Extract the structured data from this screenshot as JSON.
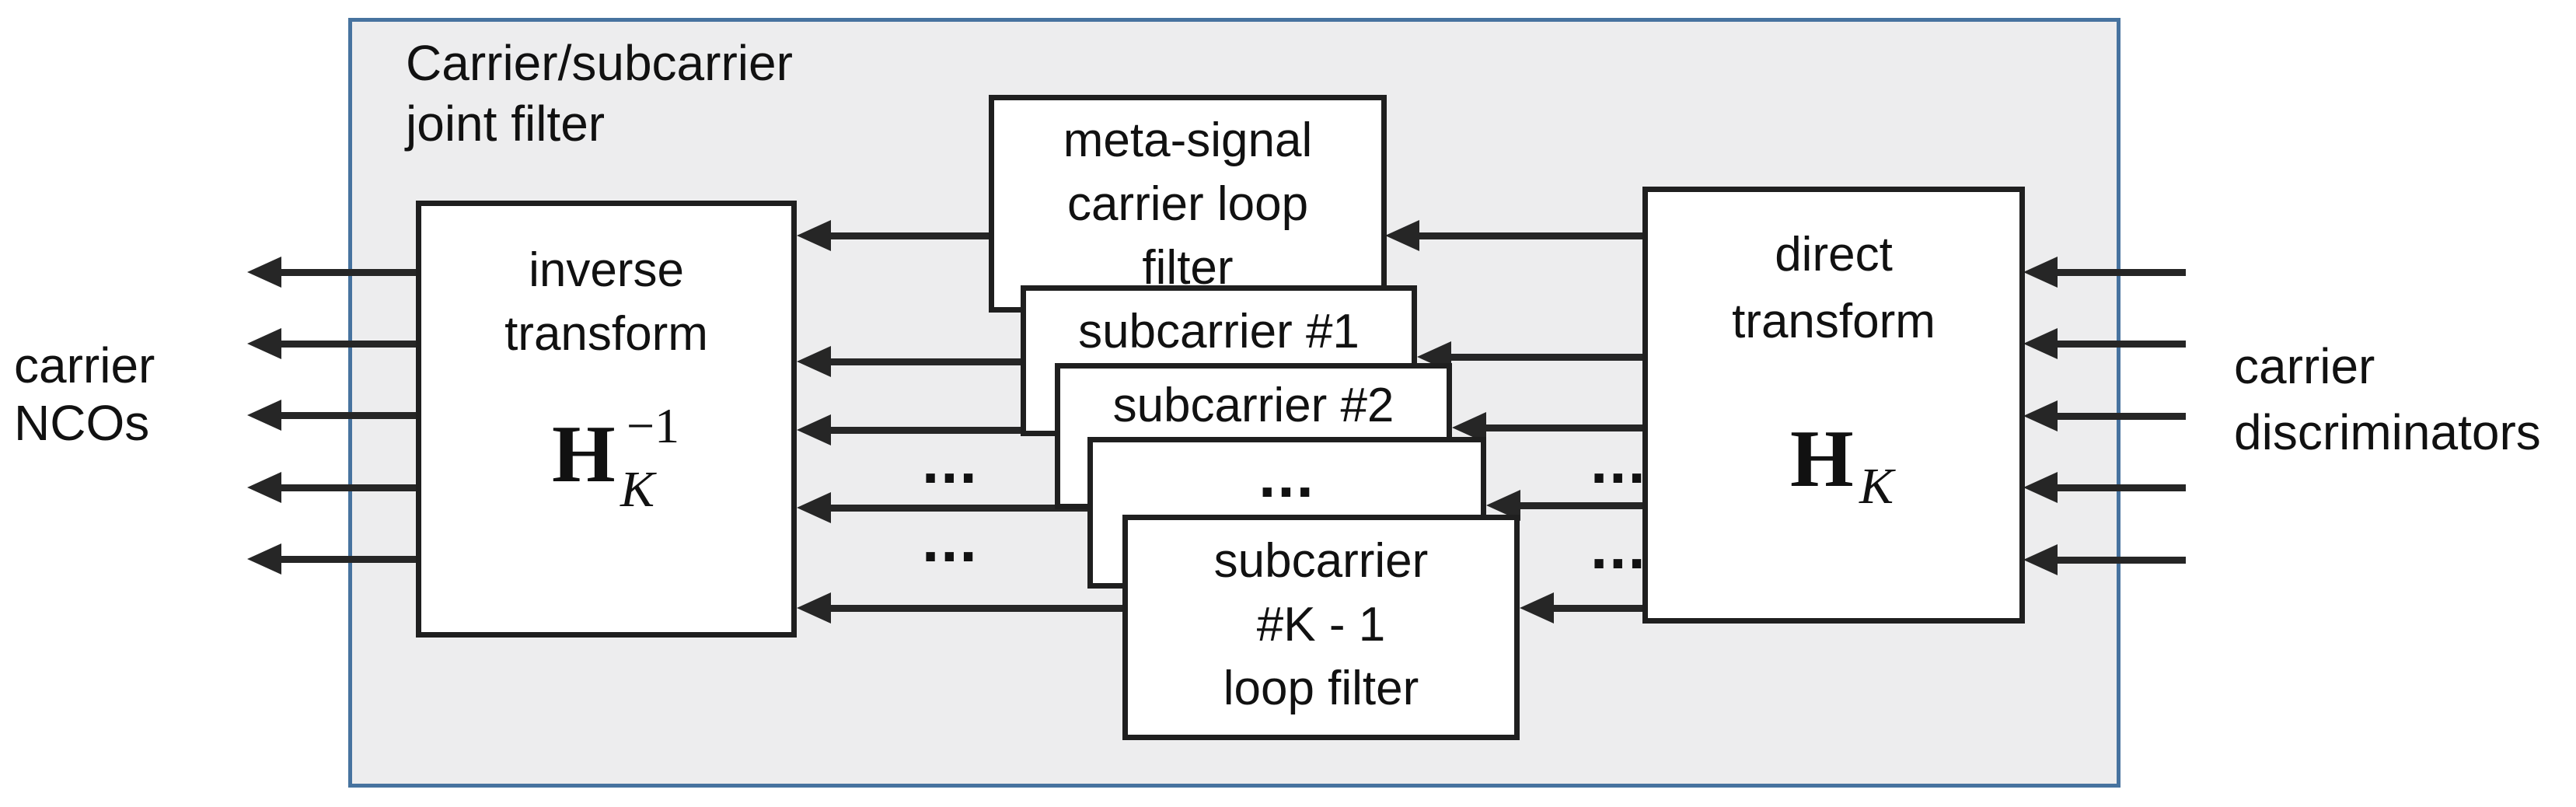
{
  "title": {
    "line1": "Carrier/subcarrier",
    "line2": "joint filter"
  },
  "labels": {
    "left": {
      "line1": "carrier",
      "line2": "NCOs"
    },
    "right": {
      "line1": "carrier",
      "line2": "discriminators"
    }
  },
  "inverse": {
    "line1": "inverse",
    "line2": "transform",
    "formula": {
      "base": "H",
      "sup": "−1",
      "sub": "K"
    }
  },
  "direct": {
    "line1": "direct",
    "line2": "transform",
    "formula": {
      "base": "H",
      "sub": "K"
    }
  },
  "stack": [
    {
      "id": "meta-signal-carrier-loop-filter",
      "lines": [
        "meta-signal",
        "carrier loop",
        "filter"
      ]
    },
    {
      "id": "subcarrier-1",
      "lines": [
        "subcarrier #1"
      ]
    },
    {
      "id": "subcarrier-2",
      "lines": [
        "subcarrier #2"
      ]
    },
    {
      "id": "ellipsis-box",
      "lines": [
        "..."
      ]
    },
    {
      "id": "subcarrier-k-minus-1-loop-filter",
      "lines": [
        "subcarrier",
        "#K - 1",
        "loop filter"
      ]
    }
  ],
  "ellipsis": "...",
  "colors": {
    "container_fill": "#ededee",
    "container_border": "#47739f",
    "line": "#262626",
    "box_border": "#1f1f1f",
    "text": "#111111"
  }
}
